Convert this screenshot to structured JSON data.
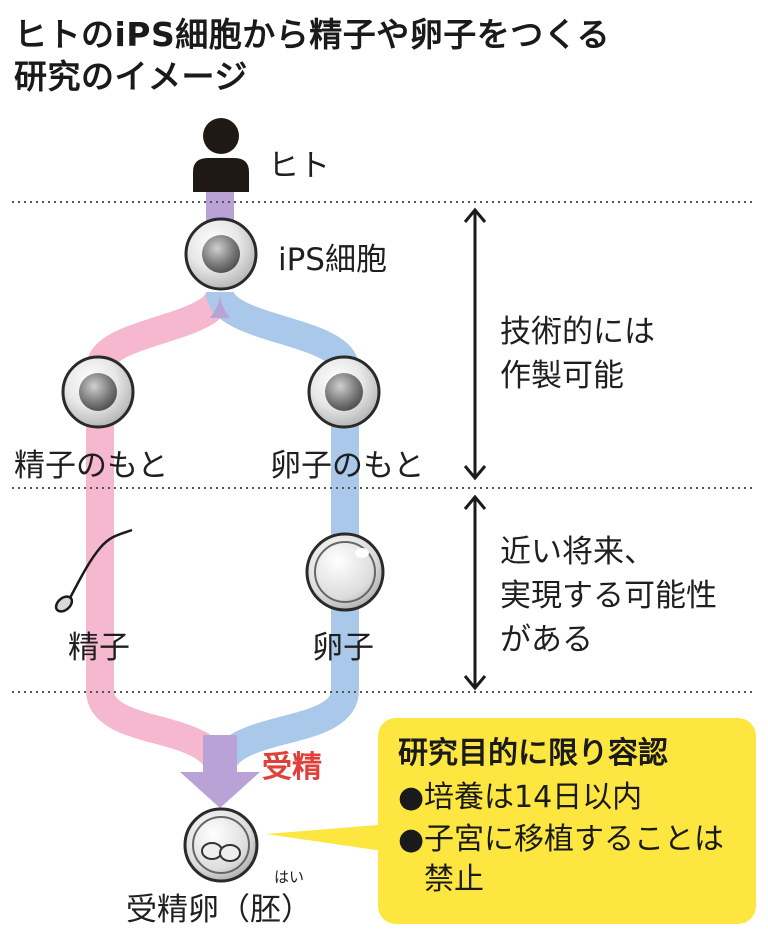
{
  "title": {
    "line1": "ヒトのiPS細胞から精子や卵子をつくる",
    "line2": "研究のイメージ"
  },
  "nodes": {
    "human": "ヒト",
    "ips": "iPS細胞",
    "sperm_origin": "精子のもと",
    "egg_origin": "卵子のもと",
    "sperm": "精子",
    "egg": "卵子",
    "fertilization": "受精",
    "embryo": "受精卵（胚）",
    "embryo_ruby": "はい"
  },
  "stages": {
    "stage1": [
      "技術的には",
      "作製可能"
    ],
    "stage2": [
      "近い将来、",
      "実現する可能性",
      "がある"
    ]
  },
  "callout": {
    "title": "研究目的に限り容認",
    "items": [
      "培養は14日以内",
      "子宮に移植することは禁止"
    ]
  },
  "colors": {
    "pink": "#f5b8cf",
    "blue": "#a9c8ea",
    "purple": "#b9a3d6",
    "callout_bg": "#fde63f",
    "accent_red": "#e0403a"
  }
}
